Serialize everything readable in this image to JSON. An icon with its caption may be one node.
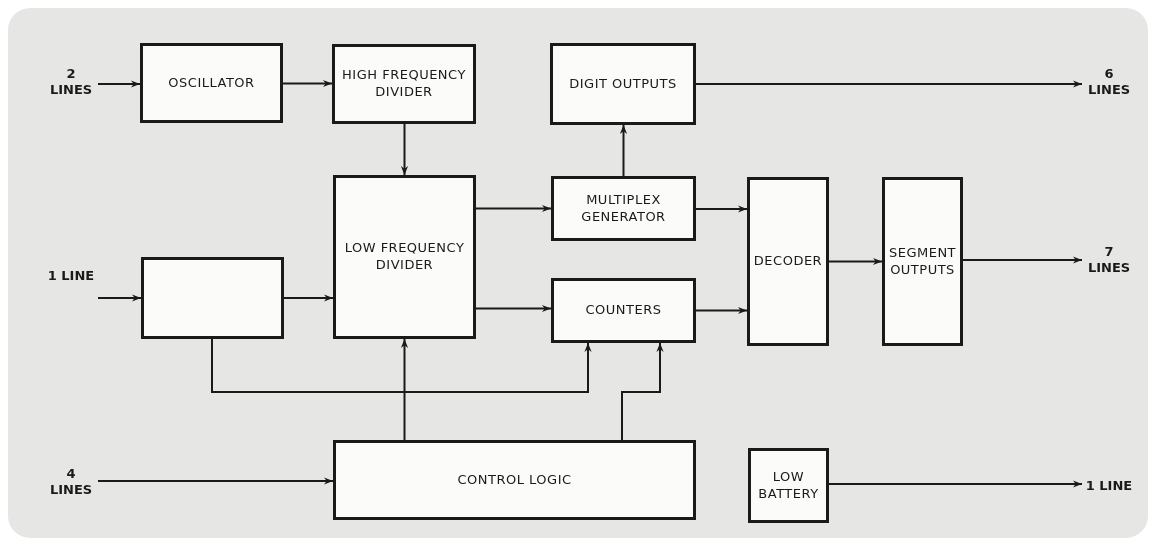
{
  "diagram": {
    "nodes": [
      {
        "text": [
          "2 LINES"
        ]
      },
      {
        "text": [
          "OSCILLATOR"
        ]
      },
      {
        "text": [
          "HIGH FREQUENCY DIVIDER"
        ]
      },
      {
        "text": [
          "DIGIT OUTPUTS"
        ]
      },
      {
        "text": [
          "6 LINES"
        ]
      },
      {
        "text": [
          "MULTIPLEX GENERATOR"
        ]
      },
      {
        "text": [
          "LOW FREQUENCY DIVIDER"
        ]
      },
      {
        "text": [
          "1 LINE"
        ]
      },
      {
        "text": [],
        "shape": "box"
      },
      {
        "text": [
          "DECODER"
        ]
      },
      {
        "text": [
          "SEGMENT OUTPUTS"
        ]
      },
      {
        "text": [
          "7 LINES"
        ]
      },
      {
        "text": [
          "COUNTERS"
        ]
      },
      {
        "text": [
          "4 LINES"
        ]
      },
      {
        "text": [
          "CONTROL LOGIC"
        ]
      },
      {
        "text": [
          "LOW BATTERY"
        ]
      },
      {
        "text": [
          "1 LINE"
        ]
      }
    ],
    "edges": [
      {
        "from": 0,
        "to": 1,
        "arrow": "to"
      },
      {
        "from": 1,
        "to": 2,
        "arrow": "to"
      },
      {
        "from": 2,
        "to": 6,
        "arrow": "to"
      },
      {
        "from": 5,
        "to": 3,
        "arrow": "to"
      },
      {
        "from": 3,
        "to": 4,
        "arrow": "to"
      },
      {
        "from": 6,
        "to": 5,
        "arrow": "to"
      },
      {
        "from": 6,
        "to": 12,
        "arrow": "to"
      },
      {
        "from": 7,
        "to": 8,
        "arrow": "to"
      },
      {
        "from": 8,
        "to": 6,
        "arrow": "to"
      },
      {
        "from": 5,
        "to": 9,
        "arrow": "to"
      },
      {
        "from": 12,
        "to": 9,
        "arrow": "to"
      },
      {
        "from": 9,
        "to": 10,
        "arrow": "to"
      },
      {
        "from": 10,
        "to": 11,
        "arrow": "to"
      },
      {
        "from": 8,
        "to": 12,
        "arrow": "to"
      },
      {
        "from": 14,
        "to": 6,
        "arrow": "to"
      },
      {
        "from": 14,
        "to": 12,
        "arrow": "to"
      },
      {
        "from": 13,
        "to": 14,
        "arrow": "to"
      },
      {
        "from": 15,
        "to": 16,
        "arrow": "to"
      }
    ]
  }
}
